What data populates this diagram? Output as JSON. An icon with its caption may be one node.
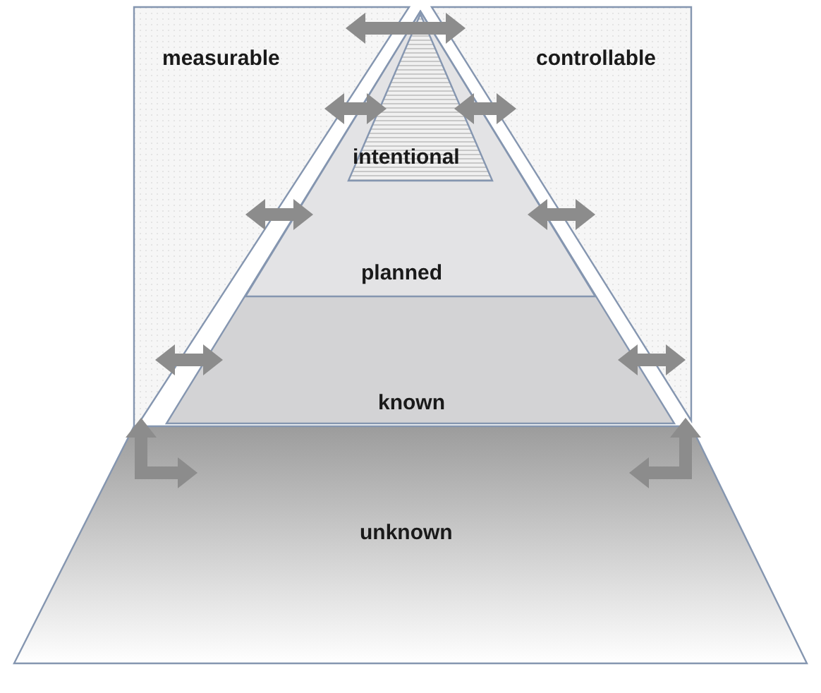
{
  "diagram": {
    "nodes": [
      {
        "text": [
          "measurable"
        ]
      },
      {
        "text": [
          "controllable"
        ]
      },
      {
        "text": [
          "known"
        ]
      },
      {
        "text": [
          "planned"
        ],
        "in": 2
      },
      {
        "text": [
          "intentional"
        ],
        "in": 3
      },
      {
        "text": [
          "unknown"
        ]
      }
    ],
    "edges": [
      {
        "from": 0,
        "to": 1,
        "arrow": "both"
      },
      {
        "from": 0,
        "to": 4,
        "arrow": "both"
      },
      {
        "from": 4,
        "to": 1,
        "arrow": "both"
      },
      {
        "from": 0,
        "to": 3,
        "arrow": "both"
      },
      {
        "from": 3,
        "to": 1,
        "arrow": "both"
      },
      {
        "from": 0,
        "to": 2,
        "arrow": "both"
      },
      {
        "from": 2,
        "to": 1,
        "arrow": "both"
      },
      {
        "from": 0,
        "to": 5,
        "arrow": "both"
      },
      {
        "from": 1,
        "to": 5,
        "arrow": "both"
      }
    ]
  }
}
